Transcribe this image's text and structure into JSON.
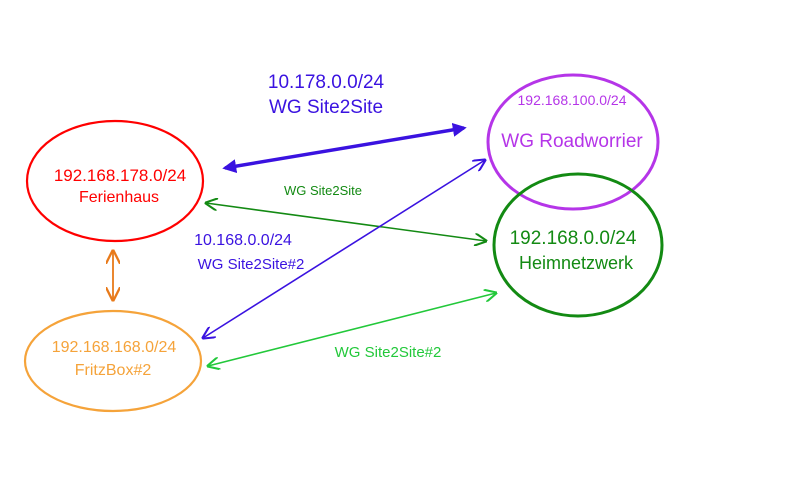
{
  "nodes": {
    "ferienhaus": {
      "subnet": "192.168.178.0/24",
      "name": "Ferienhaus",
      "color": "#ff0000"
    },
    "fritzbox": {
      "subnet": "192.168.168.0/24",
      "name": "FritzBox#2",
      "color": "#f5a33a"
    },
    "roadworrier": {
      "subnet": "192.168.100.0/24",
      "name": "WG Roadworrier",
      "color": "#b535e8"
    },
    "heimnetzwerk": {
      "subnet": "192.168.0.0/24",
      "name": "Heimnetzwerk",
      "color": "#138a13"
    }
  },
  "links": {
    "site2site_main": {
      "subnet": "10.178.0.0/24",
      "label": "WG Site2Site",
      "color": "#3a12e0"
    },
    "site2site_green": {
      "label": "WG Site2Site",
      "color": "#138a13"
    },
    "site2site2_blue": {
      "subnet": "10.168.0.0/24",
      "label": "WG Site2Site#2",
      "color": "#3a12e0"
    },
    "site2site2_lightgreen": {
      "label": "WG Site2Site#2",
      "color": "#22c83a"
    },
    "local_orange": {
      "color": "#e87a1a"
    }
  }
}
